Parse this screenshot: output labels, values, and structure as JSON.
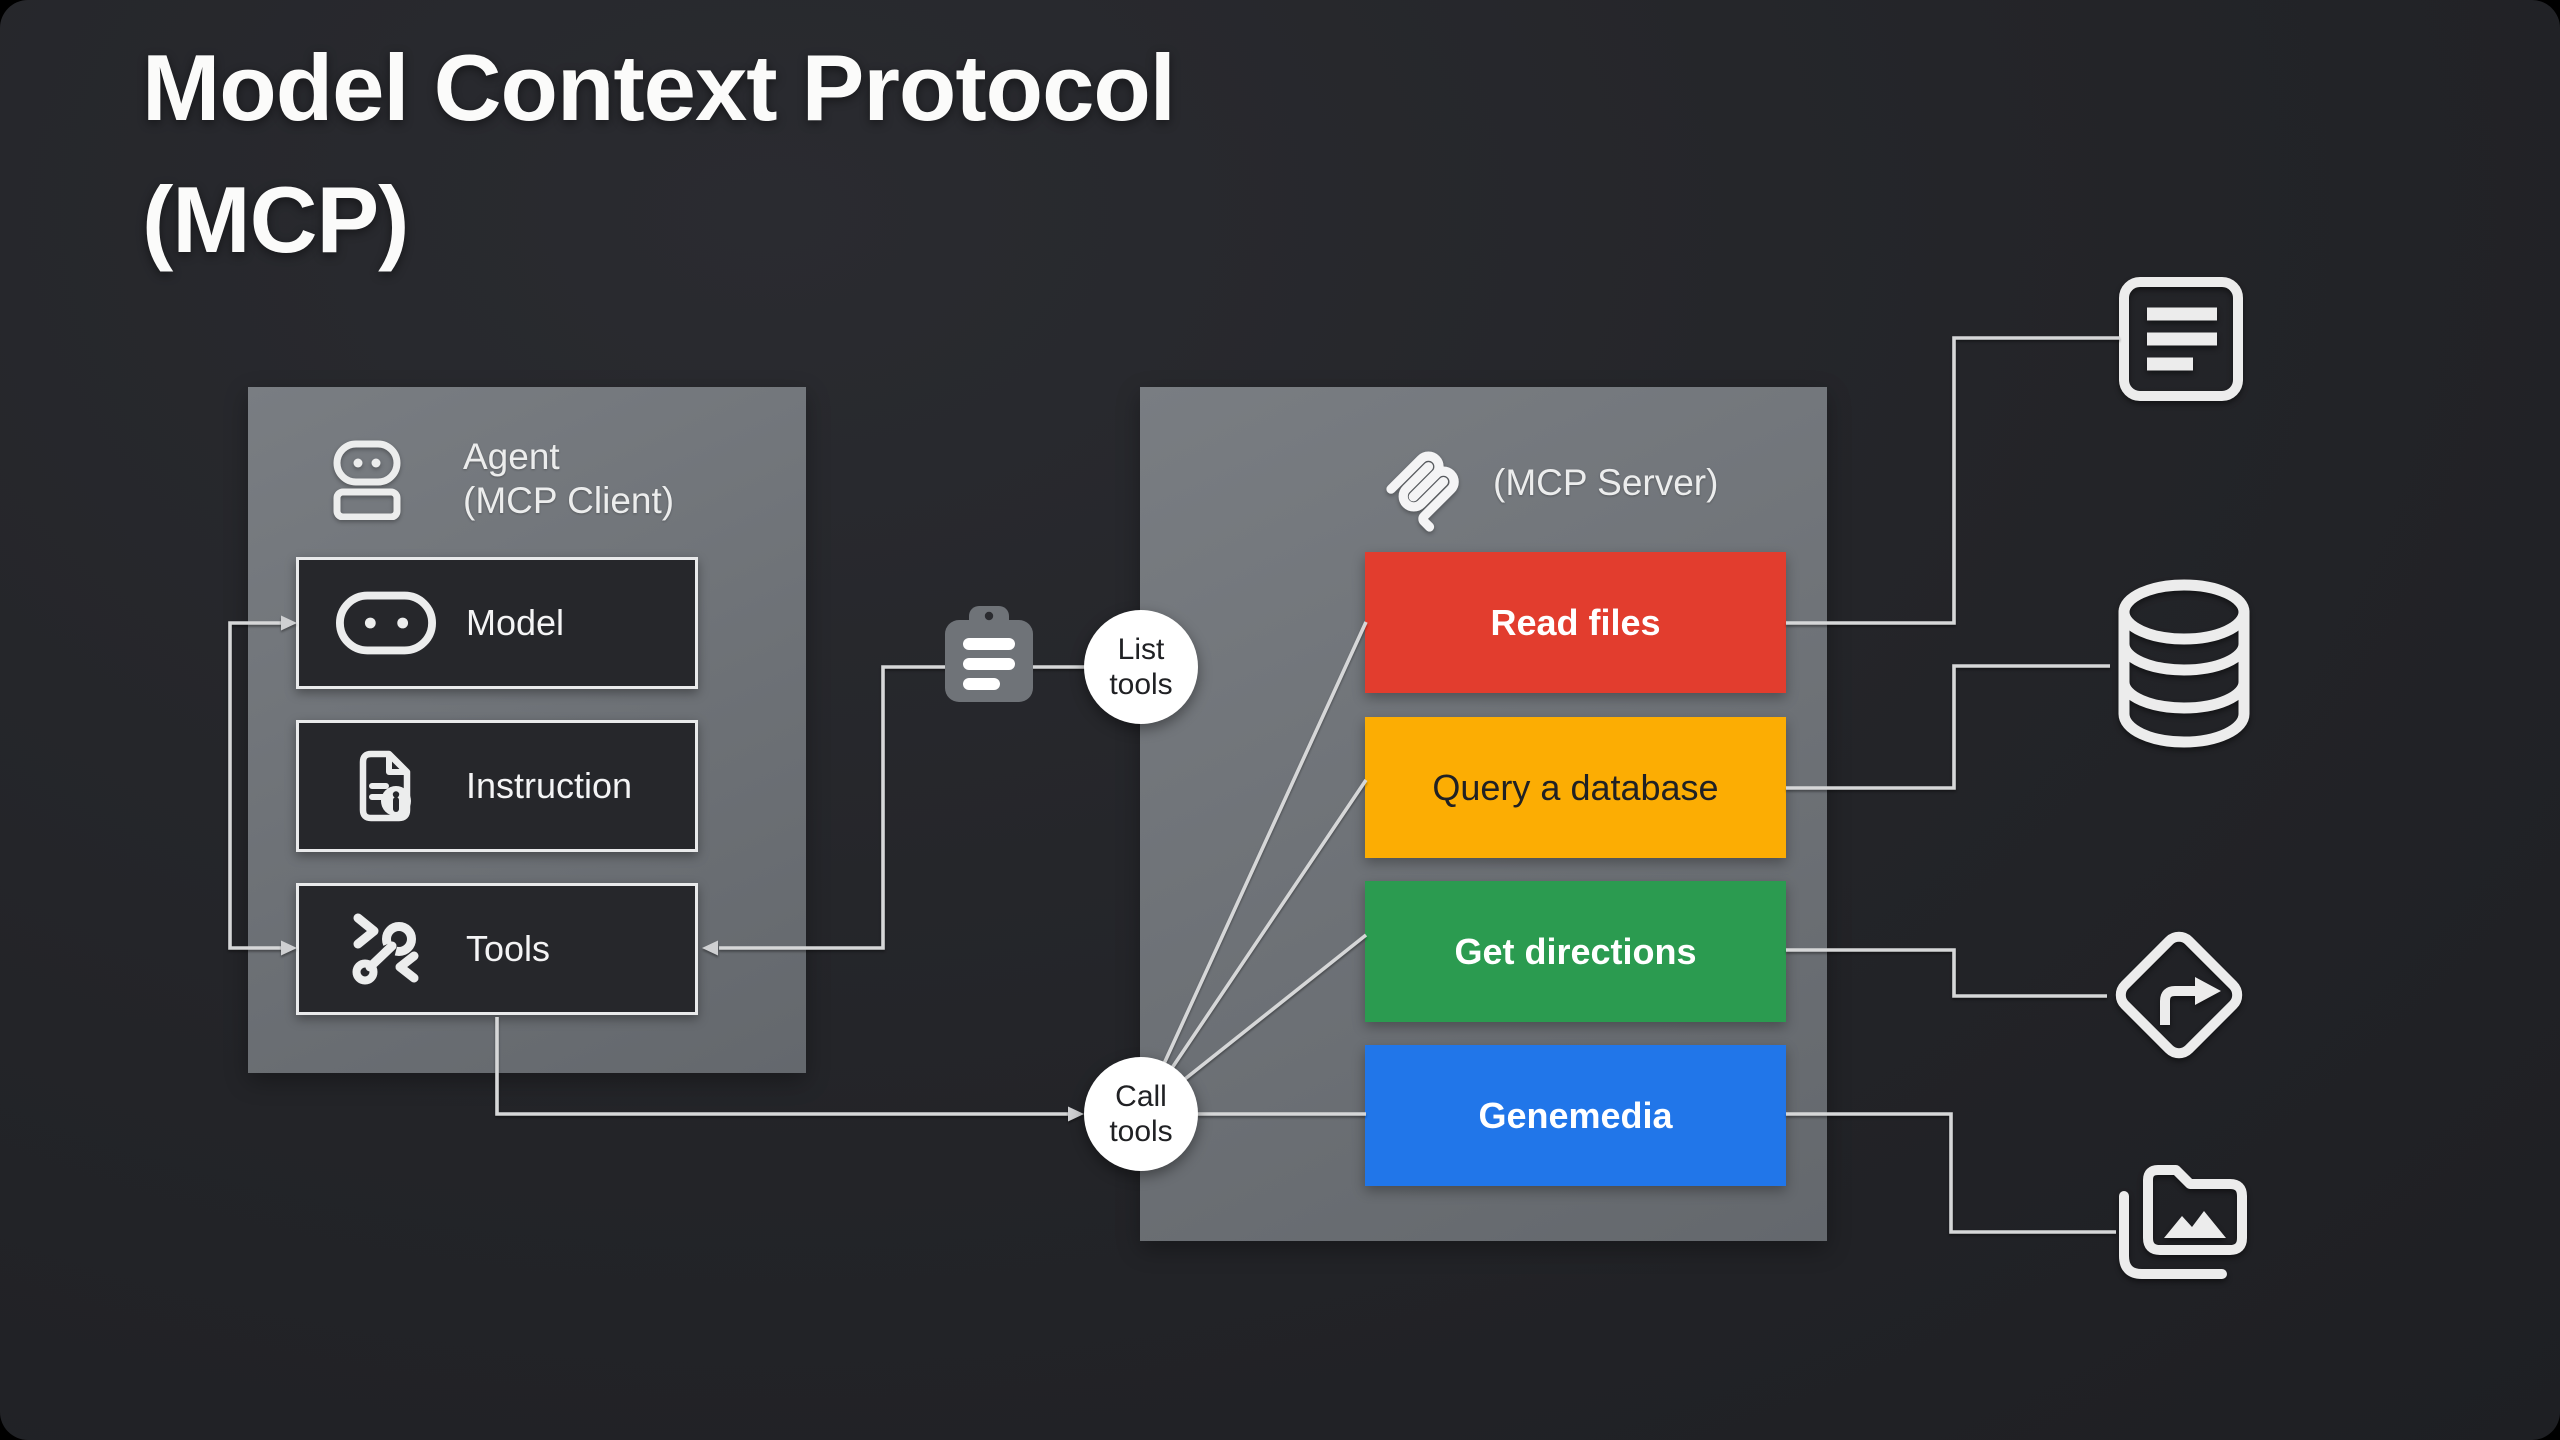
{
  "title": {
    "line1": "Model Context Protocol",
    "line2": "(MCP)"
  },
  "agent": {
    "icon": "robot-icon",
    "header_line1": "Agent",
    "header_line2": "(MCP Client)",
    "components": [
      {
        "label": "Model",
        "icon": "model-capsule-icon"
      },
      {
        "label": "Instruction",
        "icon": "instruction-document-icon"
      },
      {
        "label": "Tools",
        "icon": "tools-wrench-icon"
      }
    ]
  },
  "flow": {
    "list_tools": {
      "line1": "List",
      "line2": "tools",
      "icon": "clipboard-list-icon"
    },
    "call_tools": {
      "line1": "Call",
      "line2": "tools"
    }
  },
  "server": {
    "icon": "mcp-logo-icon",
    "header": "(MCP Server)",
    "tools": [
      {
        "label": "Read files",
        "color": "#e23d2e",
        "text_color": "#ffffff",
        "resource_icon": "document-lines-icon"
      },
      {
        "label": "Query a database",
        "color": "#fcad03",
        "text_color": "#202124",
        "resource_icon": "database-icon"
      },
      {
        "label": "Get directions",
        "color": "#2b9b50",
        "text_color": "#ffffff",
        "resource_icon": "directions-sign-icon"
      },
      {
        "label": "Genemedia",
        "color": "#2176e9",
        "text_color": "#ffffff",
        "resource_icon": "media-folder-icon"
      }
    ]
  },
  "colors": {
    "background": "#232428",
    "panel_gray": "#70747a",
    "line": "#d6d7d8",
    "card_dark": "#26272b",
    "white": "#ffffff"
  }
}
